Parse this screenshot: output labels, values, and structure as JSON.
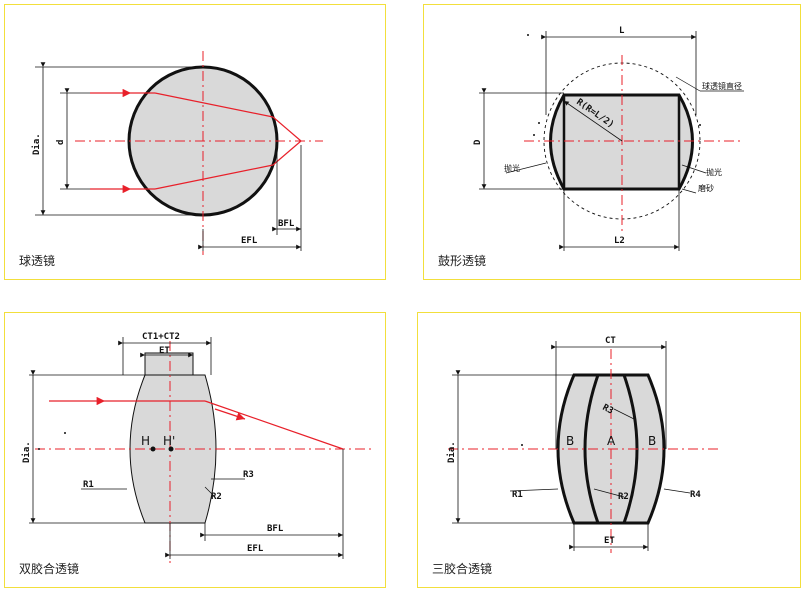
{
  "panels": {
    "ball": {
      "caption": "球透镜",
      "labels": {
        "dia": "Dia.",
        "d": "d",
        "bfl": "BFL",
        "efl": "EFL"
      }
    },
    "drum": {
      "caption": "鼓形透镜",
      "labels": {
        "l": "L",
        "l2": "L2",
        "d": "D",
        "radius": "R(R=L/2)",
        "ball_diameter": "球透镜直径",
        "polish_left": "抛光",
        "polish_right": "抛光",
        "ground": "磨砂"
      }
    },
    "doublet": {
      "caption": "双胶合透镜",
      "labels": {
        "ct": "CT1+CT2",
        "et": "ET",
        "dia": "Dia.",
        "h": "H",
        "h_prime": "H'",
        "r1": "R1",
        "r2": "R2",
        "r3": "R3",
        "bfl": "BFL",
        "efl": "EFL"
      }
    },
    "triplet": {
      "caption": "三胶合透镜",
      "labels": {
        "ct": "CT",
        "et": "ET",
        "dia": "Dia.",
        "r1": "R1",
        "r2": "R2",
        "r3": "R3",
        "r4": "R4",
        "a": "A",
        "b_left": "B",
        "b_right": "B"
      }
    }
  },
  "colors": {
    "panel_border": "#f2df3c",
    "ray": "#e8202a",
    "lens_fill": "#d9d9d9",
    "outline": "#111111"
  }
}
